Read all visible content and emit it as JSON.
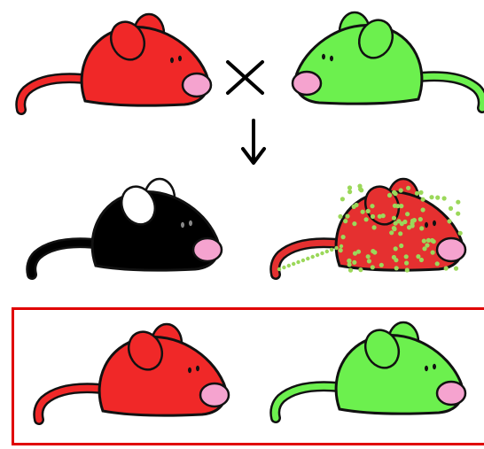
{
  "colors": {
    "red": "#f02828",
    "green": "#6cf04e",
    "black": "#000000",
    "white": "#ffffff",
    "nose": "#f5a3cf",
    "outline": "#111111",
    "dots_red_base": "#e53030",
    "dots_green": "#9bd85a",
    "frame": "#e00000"
  },
  "parents": [
    {
      "name": "red-parent",
      "body_color": "red",
      "ear_color": "red",
      "tail_color": "red",
      "facing": "right"
    },
    {
      "name": "green-parent",
      "body_color": "green",
      "ear_color": "green",
      "tail_color": "green",
      "facing": "left"
    }
  ],
  "cross_symbol": "×",
  "arrow_symbol": "↓",
  "hybrids": [
    {
      "name": "black-hybrid",
      "body_color": "black",
      "ear_color": "white",
      "tail_color": "black",
      "facing": "right",
      "pattern": "solid"
    },
    {
      "name": "spotted-hybrid",
      "body_color": "dots_red_base",
      "ear_color": "dots_red_base",
      "tail_color": "dots_red_base",
      "facing": "right",
      "pattern": "dots"
    }
  ],
  "highlighted_pair": [
    {
      "name": "red-offspring",
      "body_color": "red",
      "ear_color": "red",
      "tail_color": "red",
      "facing": "right"
    },
    {
      "name": "green-offspring",
      "body_color": "green",
      "ear_color": "green",
      "tail_color": "green",
      "facing": "right"
    }
  ]
}
